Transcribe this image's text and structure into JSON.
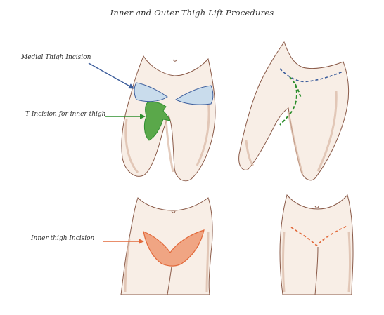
{
  "title": "Inner and Outer Thigh Lift Procedures",
  "labels": {
    "medial": "Medial Thigh Incision",
    "t_incision": "T Incision for inner thigh",
    "inner": "Inner thigh Incision"
  },
  "colors": {
    "skin": "#f8eee6",
    "skin_shade": "#e6cdbd",
    "outline": "#8a5a48",
    "blue": "#3d5e9c",
    "blue_fill": "#c9dcec",
    "green": "#2f8f2f",
    "green_fill": "#5aa84a",
    "orange": "#e2693a",
    "orange_fill": "#f0a583"
  }
}
